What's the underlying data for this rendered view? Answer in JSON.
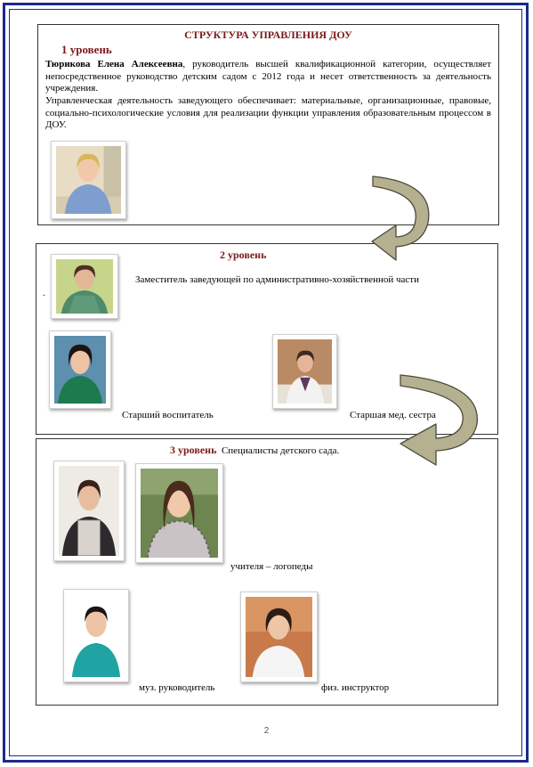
{
  "page": {
    "title": "СТРУКТУРА УПРАВЛЕНИЯ ДОУ",
    "page_number": "2"
  },
  "level1": {
    "heading": "1 уровень",
    "head_name": "Тюрикова Елена Алексеевна",
    "head_text": ", руководитель высшей квалификационной категории, осуществляет непосредственное руководство детским садом с 2012 года  и несет ответственность за деятельность учреждения.",
    "paragraph": "Управленческая деятельность заведующего обеспечивает: материальные, организационные, правовые, социально-психологические условия для реализации функции управления образовательным процессом в ДОУ."
  },
  "level2": {
    "heading": "2 уровень",
    "deputy": "Заместитель заведующей по административно-хозяйственной части",
    "dot": ".",
    "senior_teacher": "Старший воспитатель",
    "senior_nurse": "Старшая мед. сестра"
  },
  "level3": {
    "heading": "3 уровень",
    "subtitle": "Специалисты детского сада.",
    "speech_therapists": "учителя – логопеды",
    "music_director": "муз. руководитель",
    "pe_instructor": "физ. инструктор"
  },
  "colors": {
    "frame": "#1c2a8c",
    "heading": "#7b1a1a",
    "arrow_fill": "#b5b08f"
  }
}
